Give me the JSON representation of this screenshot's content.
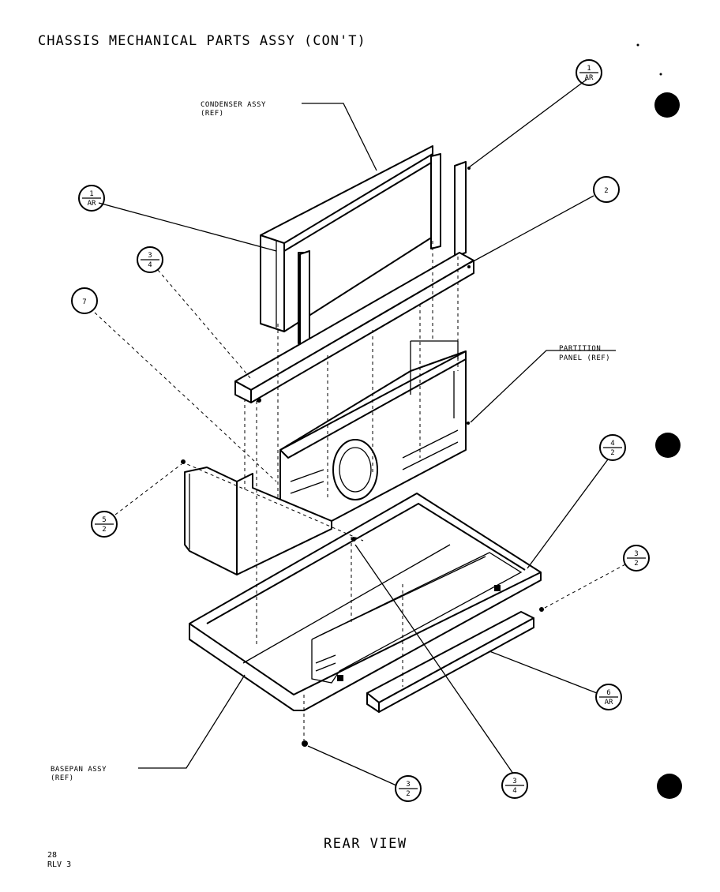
{
  "title": "CHASSIS MECHANICAL PARTS ASSY (CON'T)",
  "view_label": "REAR VIEW",
  "footer": {
    "page": "28",
    "revision": "RLV 3"
  },
  "labels": {
    "condenser": {
      "line1": "CONDENSER ASSY",
      "line2": "(REF)"
    },
    "partition": {
      "line1": "PARTITION",
      "line2": "PANEL (REF)"
    },
    "basepan": {
      "line1": "BASEPAN ASSY",
      "line2": "(REF)"
    }
  },
  "callouts": [
    {
      "top": "1",
      "bottom": "AR"
    },
    {
      "top": "1",
      "bottom": "AR"
    },
    {
      "top": "2",
      "bottom": ""
    },
    {
      "top": "3",
      "bottom": "4"
    },
    {
      "top": "7",
      "bottom": ""
    },
    {
      "top": "4",
      "bottom": "2"
    },
    {
      "top": "5",
      "bottom": "2"
    },
    {
      "top": "3",
      "bottom": "2"
    },
    {
      "top": "6",
      "bottom": "AR"
    },
    {
      "top": "3",
      "bottom": "2"
    },
    {
      "top": "3",
      "bottom": "4"
    }
  ],
  "colors": {
    "ink": "#000000",
    "paper": "#ffffff"
  }
}
